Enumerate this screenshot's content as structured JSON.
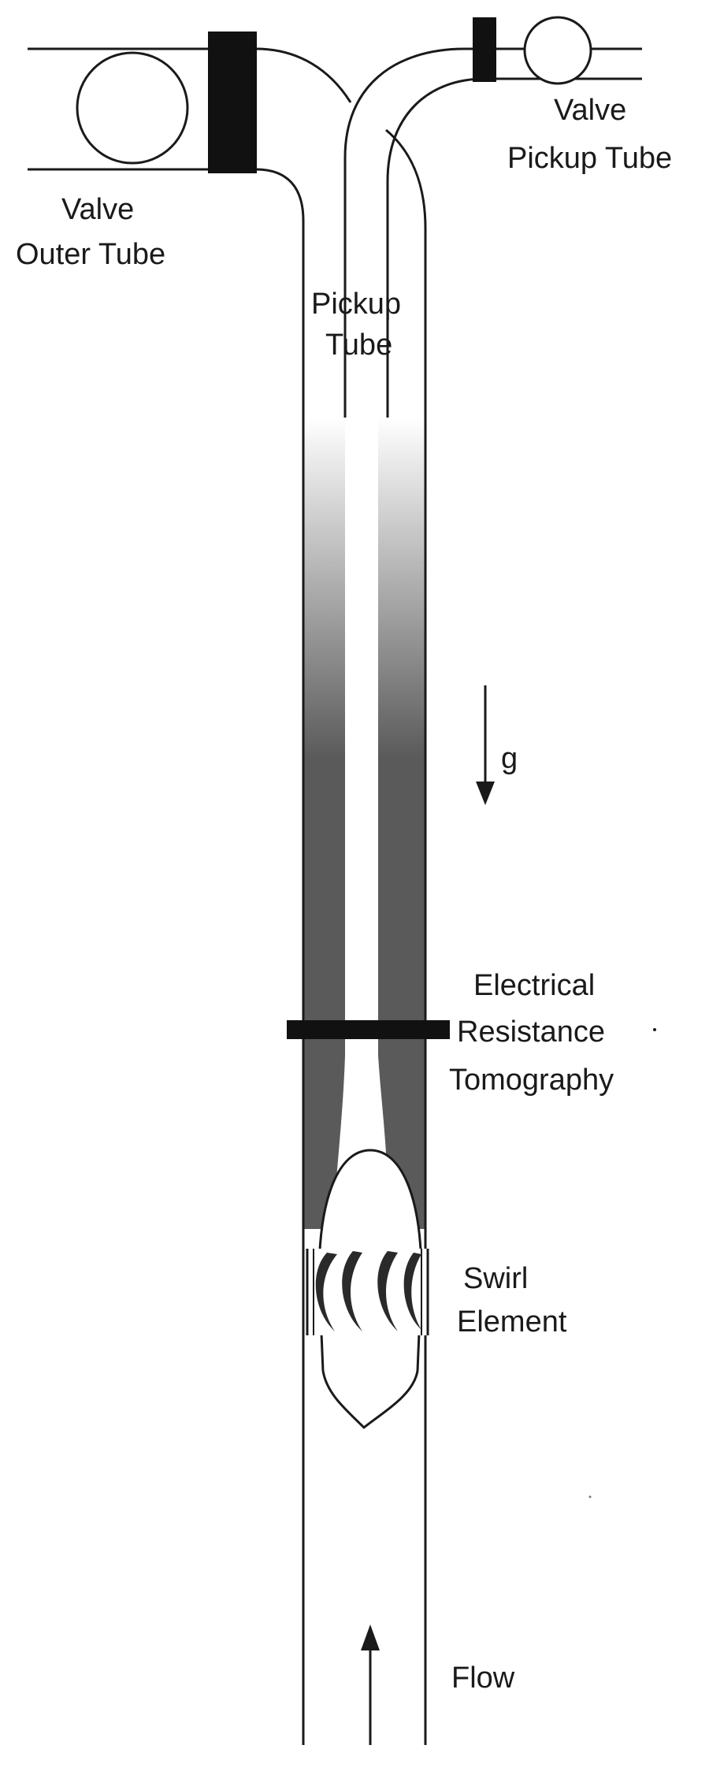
{
  "labels": {
    "valve_outer_tube": [
      "Valve",
      "Outer Tube"
    ],
    "valve_pickup_tube": [
      "Valve",
      "Pickup Tube"
    ],
    "pickup_tube": [
      "Pickup",
      "Tube"
    ],
    "gravity": "g",
    "ert": [
      "Electrical",
      "Resistance",
      "Tomography"
    ],
    "swirl_element": [
      "Swirl",
      "Element"
    ],
    "flow": "Flow"
  },
  "colors": {
    "line": "#1a1a1a",
    "core_fill": "#5a5a5a",
    "background": "#ffffff"
  }
}
